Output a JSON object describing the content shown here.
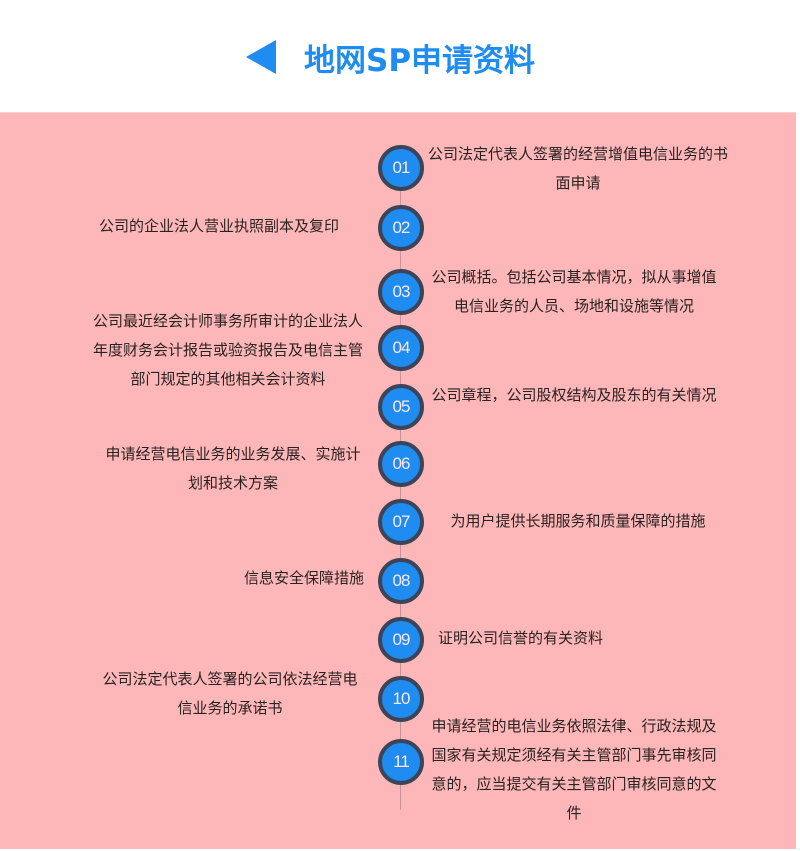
{
  "header": {
    "title": "地网SP申请资料",
    "icon": "left-triangle-icon",
    "accent_color": "#1e8cf0"
  },
  "panel": {
    "background_color": "#fdb7b8"
  },
  "items": [
    {
      "number": "01",
      "side": "right",
      "text": "公司法定代表人签署的经营增值电信业务的书面申请"
    },
    {
      "number": "02",
      "side": "left",
      "text": "公司的企业法人营业执照副本及复印"
    },
    {
      "number": "03",
      "side": "right",
      "text": "公司概括。包括公司基本情况，拟从事增值电信业务的人员、场地和设施等情况"
    },
    {
      "number": "04",
      "side": "left",
      "text": "公司最近经会计师事务所审计的企业法人年度财务会计报告或验资报告及电信主管部门规定的其他相关会计资料"
    },
    {
      "number": "05",
      "side": "right",
      "text": "公司章程，公司股权结构及股东的有关情况"
    },
    {
      "number": "06",
      "side": "left",
      "text": "申请经营电信业务的业务发展、实施计划和技术方案"
    },
    {
      "number": "07",
      "side": "right",
      "text": "为用户提供长期服务和质量保障的措施"
    },
    {
      "number": "08",
      "side": "left",
      "text": "信息安全保障措施"
    },
    {
      "number": "09",
      "side": "right",
      "text": "证明公司信誉的有关资料"
    },
    {
      "number": "10",
      "side": "left",
      "text": "公司法定代表人签署的公司依法经营电信业务的承诺书"
    },
    {
      "number": "11",
      "side": "right",
      "text": "申请经营的电信业务依照法律、行政法规及国家有关规定须经有关主管部门事先审核同意的，应当提交有关主管部门审核同意的文件"
    }
  ]
}
